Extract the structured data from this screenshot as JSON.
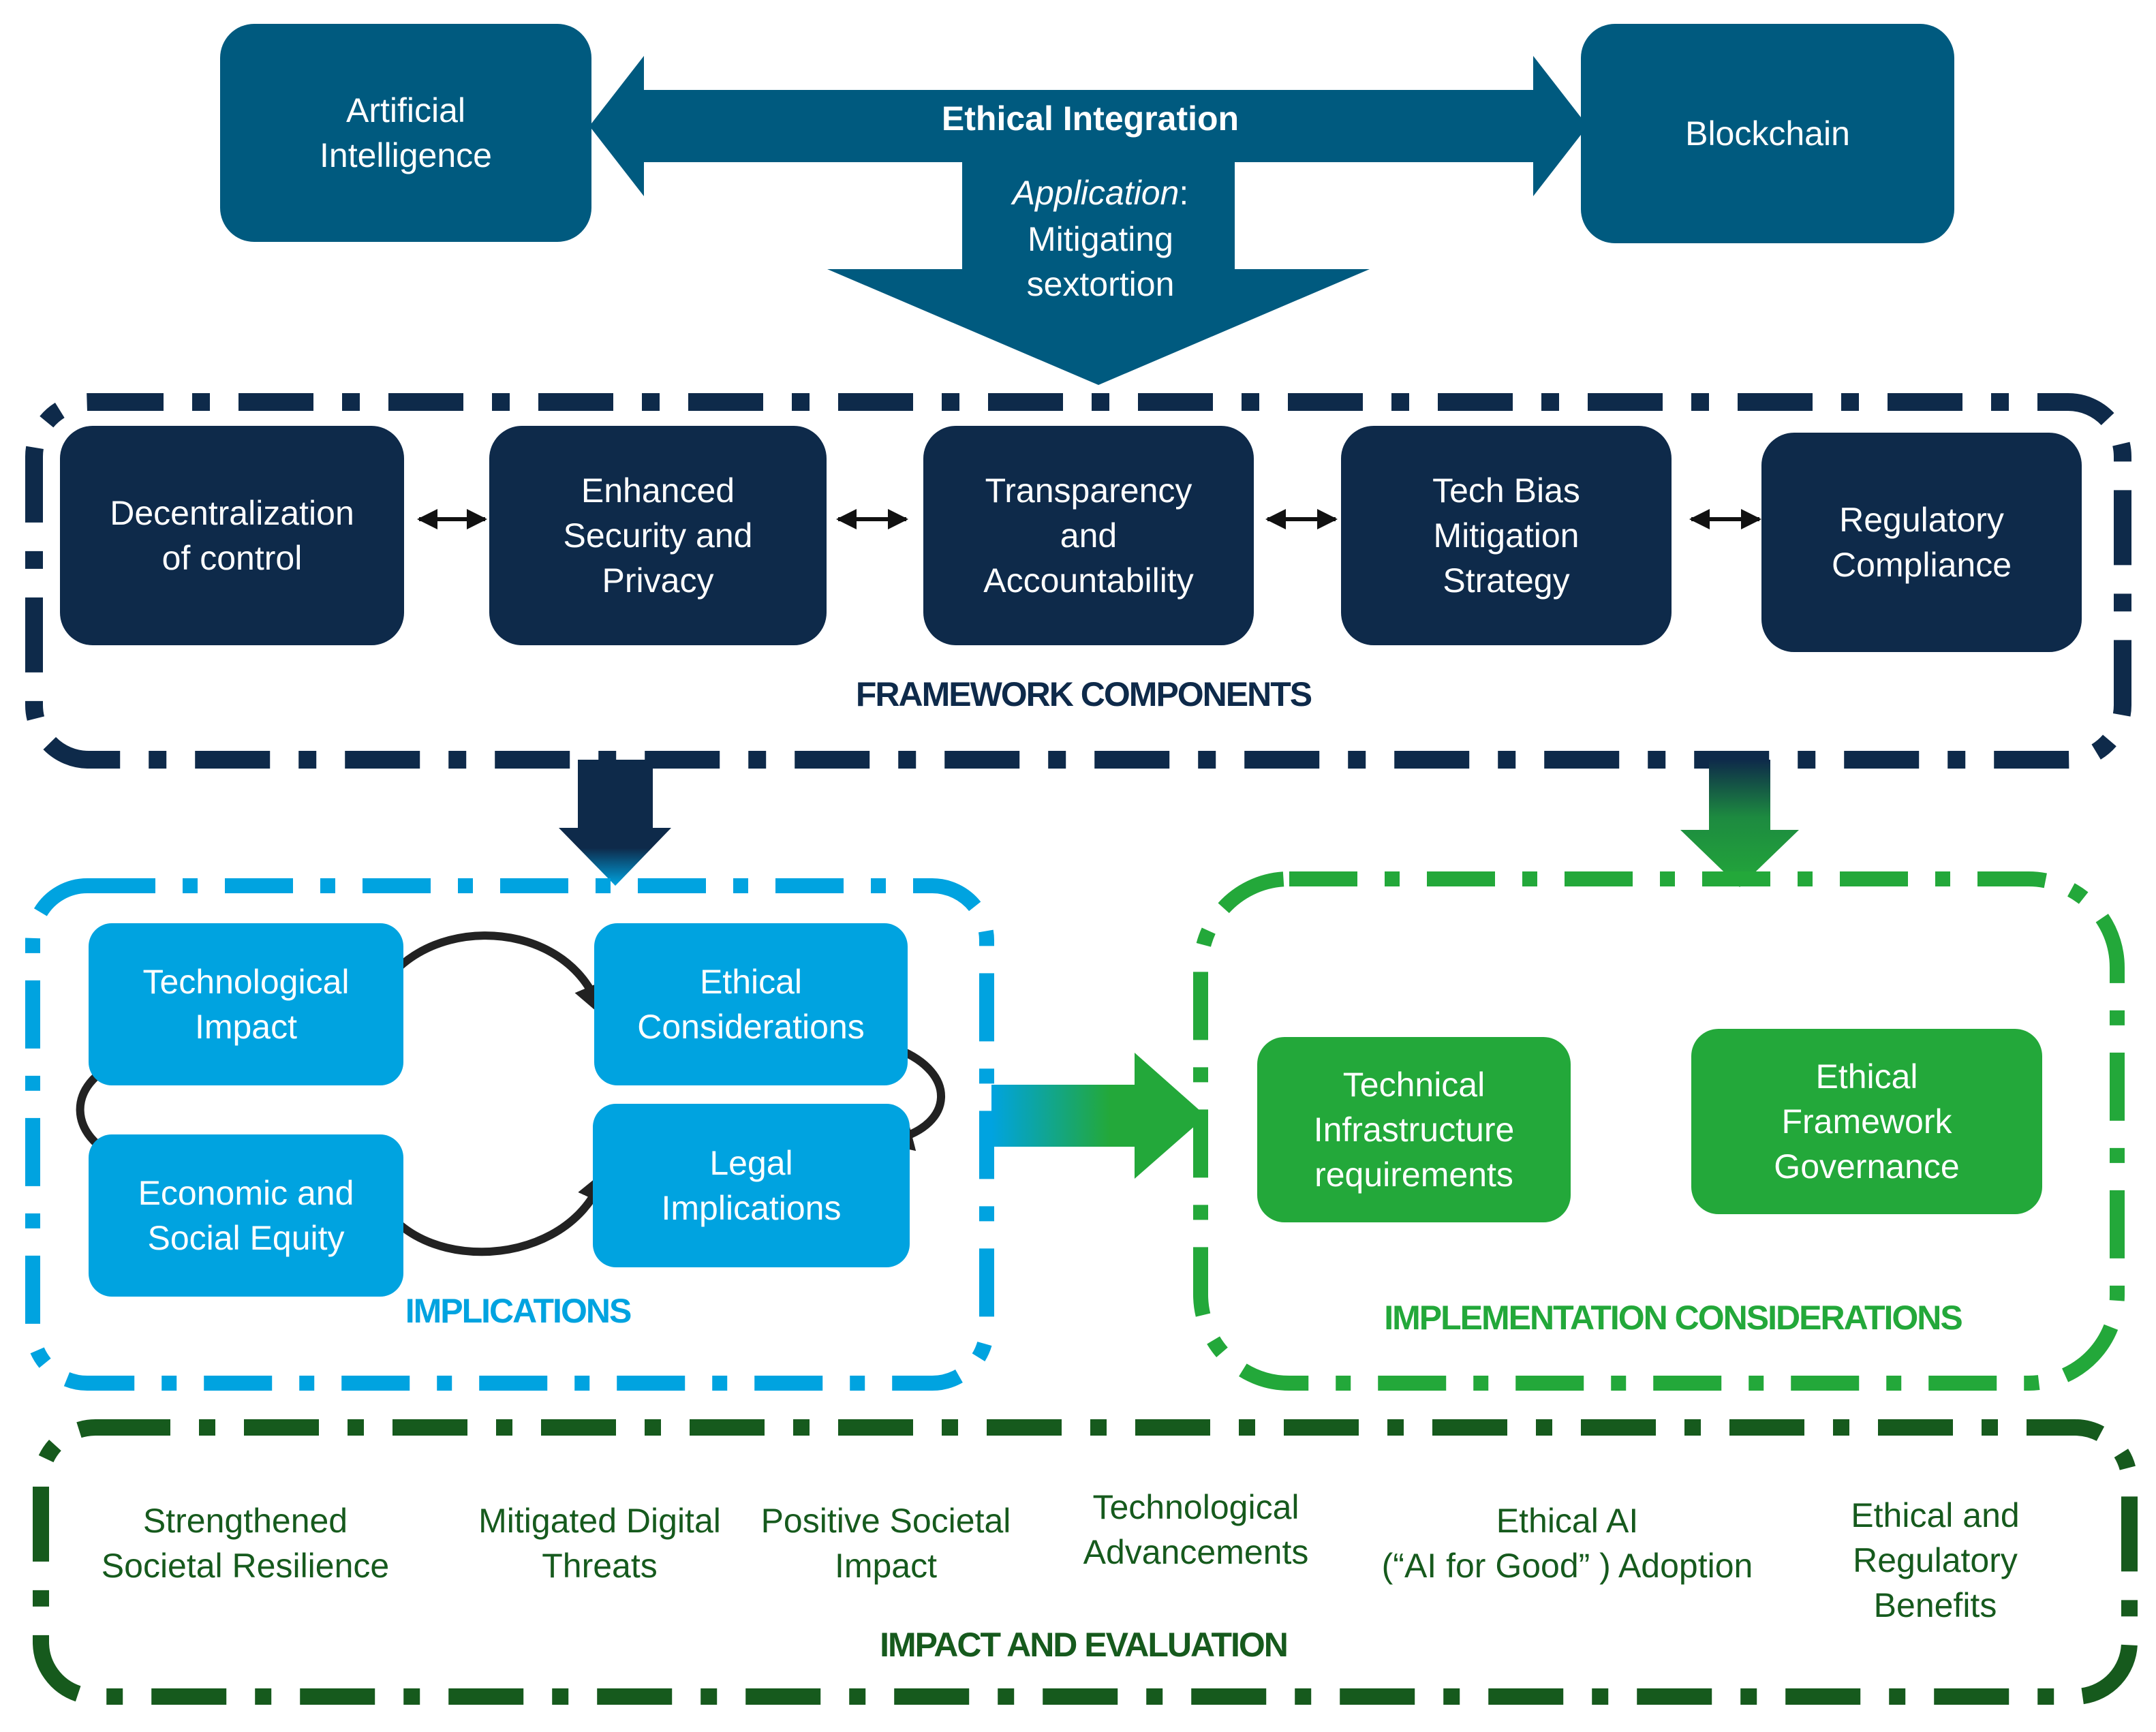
{
  "top": {
    "left_node": "Artificial\nIntelligence",
    "right_node": "Blockchain",
    "link_label": "Ethical Integration",
    "application_prefix": "Application",
    "application_suffix": ":",
    "application_text": "Mitigating\nsextortion"
  },
  "framework": {
    "title": "FRAMEWORK COMPONENTS",
    "items": [
      {
        "label": "Decentralization\nof control"
      },
      {
        "label": "Enhanced\nSecurity and\nPrivacy"
      },
      {
        "label": "Transparency\nand\nAccountability"
      },
      {
        "label": "Tech Bias\nMitigation\nStrategy"
      },
      {
        "label": "Regulatory\nCompliance"
      }
    ]
  },
  "implications": {
    "title": "IMPLICATIONS",
    "items": [
      {
        "label": "Technological\nImpact"
      },
      {
        "label": "Ethical\nConsiderations"
      },
      {
        "label": "Economic and\nSocial Equity"
      },
      {
        "label": "Legal\nImplications"
      }
    ]
  },
  "implementation": {
    "title": "IMPLEMENTATION CONSIDERATIONS",
    "items": [
      {
        "label": "Technical\nInfrastructure\nrequirements"
      },
      {
        "label": "Ethical\nFramework\nGovernance"
      }
    ]
  },
  "impact": {
    "title": "IMPACT AND EVALUATION",
    "items": [
      {
        "label": "Strengthened\nSocietal Resilience"
      },
      {
        "label": "Mitigated Digital\nThreats"
      },
      {
        "label": "Positive Societal\nImpact"
      },
      {
        "label": "Technological\nAdvancements"
      },
      {
        "label": "Ethical AI\n(“AI for Good” ) Adoption"
      },
      {
        "label": "Ethical and\nRegulatory\nBenefits"
      }
    ]
  },
  "colors": {
    "top_blue": "#005a7f",
    "navy": "#0e2a4a",
    "light_blue": "#00a3e0",
    "green": "#23a83a",
    "dark_green": "#165a1d"
  }
}
